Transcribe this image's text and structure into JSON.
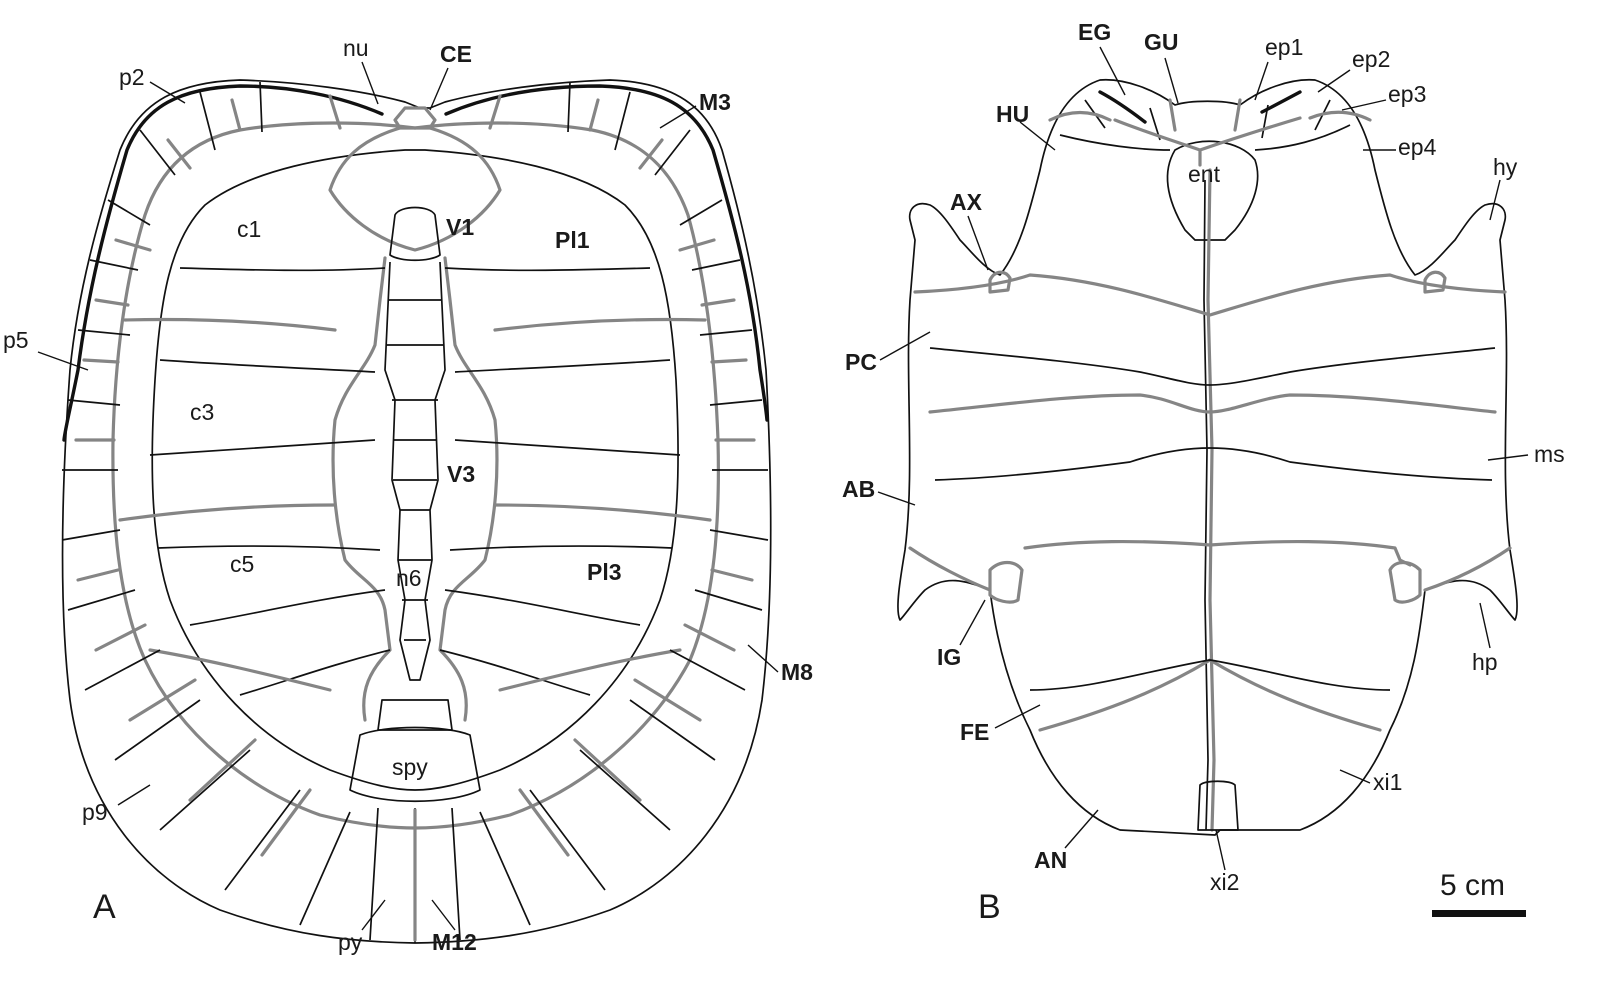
{
  "panels": {
    "a": "A",
    "b": "B"
  },
  "carapace_labels": {
    "nu": "nu",
    "ce": "CE",
    "p2": "p2",
    "m3": "M3",
    "c1": "c1",
    "v1": "V1",
    "pl1": "Pl1",
    "p5": "p5",
    "c3": "c3",
    "v3": "V3",
    "c5": "c5",
    "n6": "n6",
    "pl3": "Pl3",
    "m8": "M8",
    "spy": "spy",
    "p9": "p9",
    "py": "py",
    "m12": "M12"
  },
  "plastron_labels": {
    "eg": "EG",
    "gu": "GU",
    "ep1": "ep1",
    "ep2": "ep2",
    "ep3": "ep3",
    "ep4": "ep4",
    "hu": "HU",
    "ent": "ent",
    "hy": "hy",
    "ax": "AX",
    "pc": "PC",
    "ms": "ms",
    "ab": "AB",
    "ig": "IG",
    "hp": "hp",
    "fe": "FE",
    "xi1": "xi1",
    "an": "AN",
    "xi2": "xi2"
  },
  "scale_bar": {
    "label": "5 cm"
  },
  "colors": {
    "bone_suture": "#111111",
    "scute_sulcus": "#858585"
  }
}
